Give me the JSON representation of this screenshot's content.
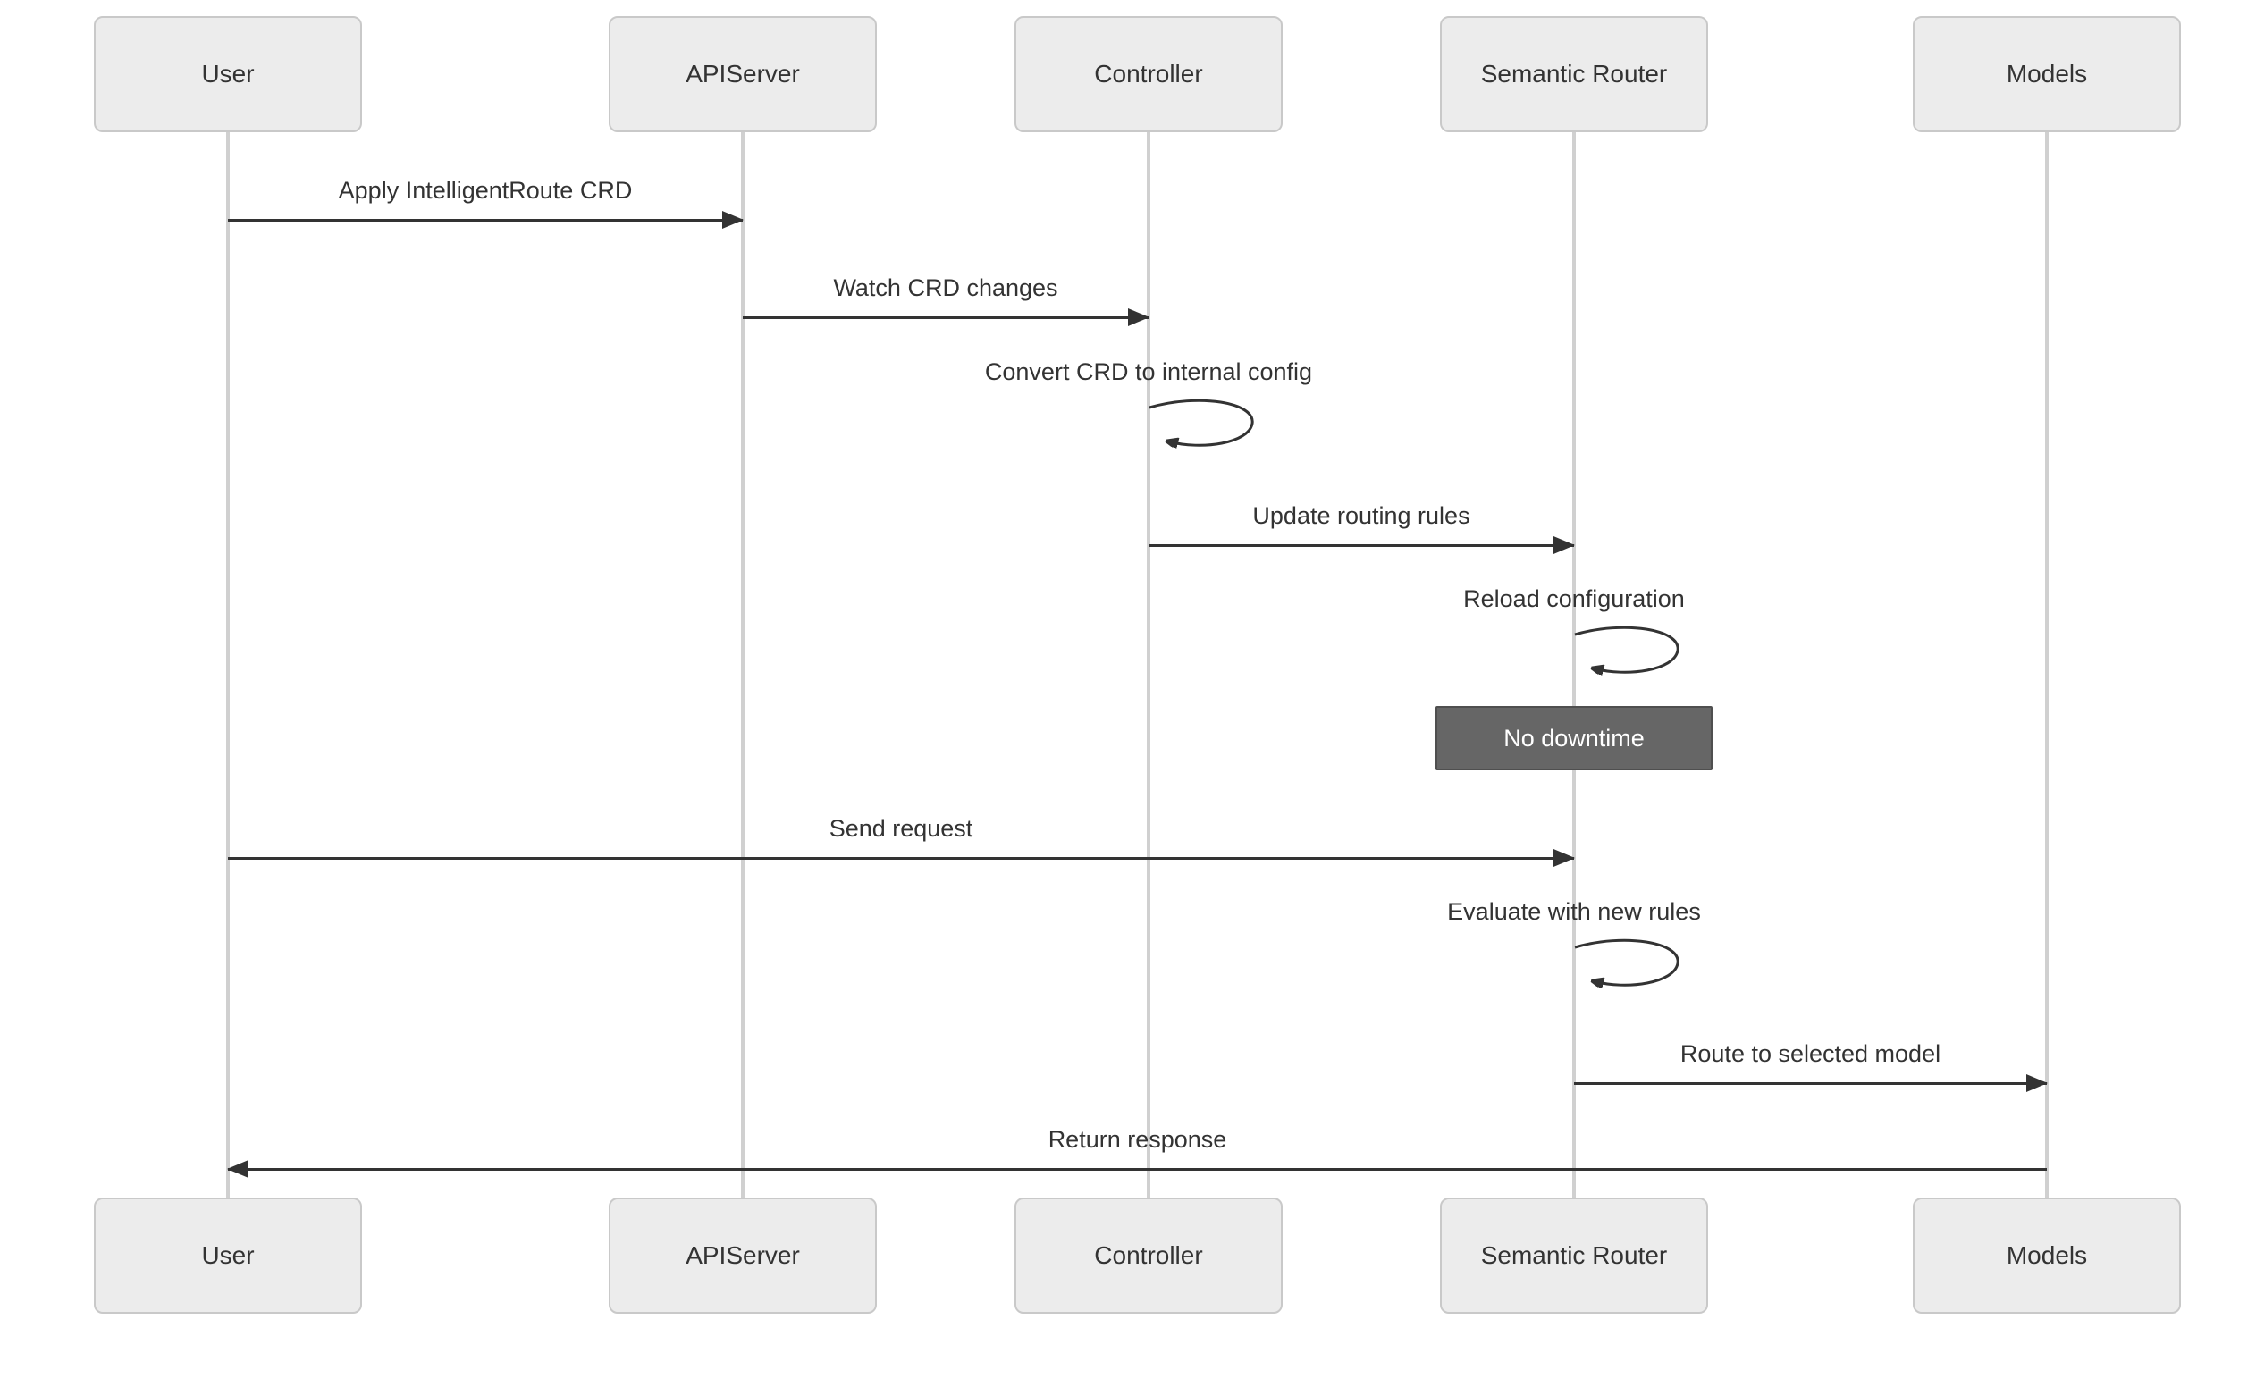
{
  "diagram": {
    "type": "sequence-diagram",
    "actors": [
      {
        "name": "User"
      },
      {
        "name": "APIServer"
      },
      {
        "name": "Controller"
      },
      {
        "name": "Semantic Router"
      },
      {
        "name": "Models"
      }
    ],
    "messages": [
      {
        "label": "Apply IntelligentRoute CRD",
        "from": "User",
        "to": "APIServer",
        "kind": "arrow"
      },
      {
        "label": "Watch CRD changes",
        "from": "APIServer",
        "to": "Controller",
        "kind": "arrow"
      },
      {
        "label": "Convert CRD to internal config",
        "from": "Controller",
        "to": "Controller",
        "kind": "self"
      },
      {
        "label": "Update routing rules",
        "from": "Controller",
        "to": "Semantic Router",
        "kind": "arrow"
      },
      {
        "label": "Reload configuration",
        "from": "Semantic Router",
        "to": "Semantic Router",
        "kind": "self"
      },
      {
        "label": "Send request",
        "from": "User",
        "to": "Semantic Router",
        "kind": "arrow"
      },
      {
        "label": "Evaluate with new rules",
        "from": "Semantic Router",
        "to": "Semantic Router",
        "kind": "self"
      },
      {
        "label": "Route to selected model",
        "from": "Semantic Router",
        "to": "Models",
        "kind": "arrow"
      },
      {
        "label": "Return response",
        "from": "Models",
        "to": "User",
        "kind": "arrow"
      }
    ],
    "note": {
      "label": "No downtime",
      "over": "Semantic Router"
    },
    "colors": {
      "actor_fill": "#ececec",
      "actor_border": "#c9c9c9",
      "message_line": "#333333",
      "lifeline": "#d0d0d0",
      "note_fill": "#666666",
      "note_border": "#4f4f4f",
      "note_text": "#ffffff",
      "text": "#333333",
      "background": "#ffffff"
    }
  }
}
